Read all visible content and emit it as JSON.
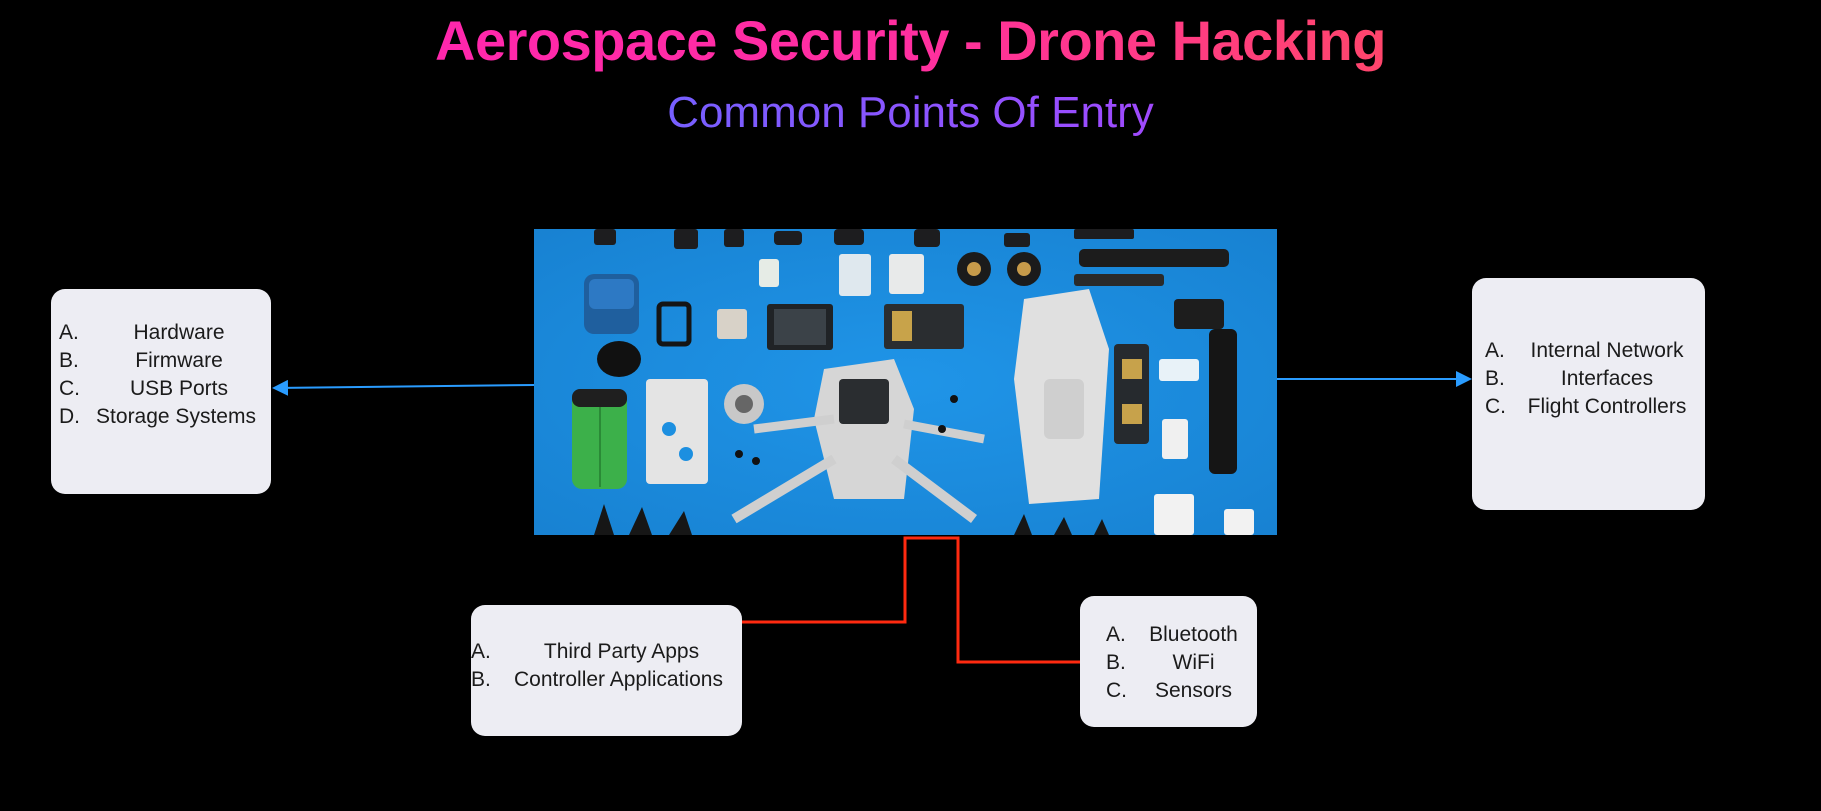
{
  "header": {
    "title": "Aerospace Security - Drone Hacking",
    "subtitle": "Common Points Of Entry"
  },
  "image": {
    "label": "Disassembled drone components"
  },
  "boxes": {
    "left": {
      "items": [
        {
          "letter": "A.",
          "text": "Hardware"
        },
        {
          "letter": "B.",
          "text": "Firmware"
        },
        {
          "letter": "C.",
          "text": "USB Ports"
        },
        {
          "letter": "D.",
          "text": "Storage Systems"
        }
      ]
    },
    "right": {
      "items": [
        {
          "letter": "A.",
          "text": "Internal Network"
        },
        {
          "letter": "B.",
          "text": "Interfaces"
        },
        {
          "letter": "C.",
          "text": "Flight Controllers"
        }
      ]
    },
    "bottom_left": {
      "items": [
        {
          "letter": "A.",
          "text": "Third Party Apps"
        },
        {
          "letter": "B.",
          "text": "Controller Applications"
        }
      ]
    },
    "bottom_right": {
      "items": [
        {
          "letter": "A.",
          "text": "Bluetooth"
        },
        {
          "letter": "B.",
          "text": "WiFi"
        },
        {
          "letter": "C.",
          "text": "Sensors"
        }
      ]
    }
  },
  "colors": {
    "background": "#000000",
    "box": "#ededf3",
    "arrow_blue": "#2a9cff",
    "connector_red": "#ff2a10",
    "photo_blue": "#1c8fe0"
  }
}
